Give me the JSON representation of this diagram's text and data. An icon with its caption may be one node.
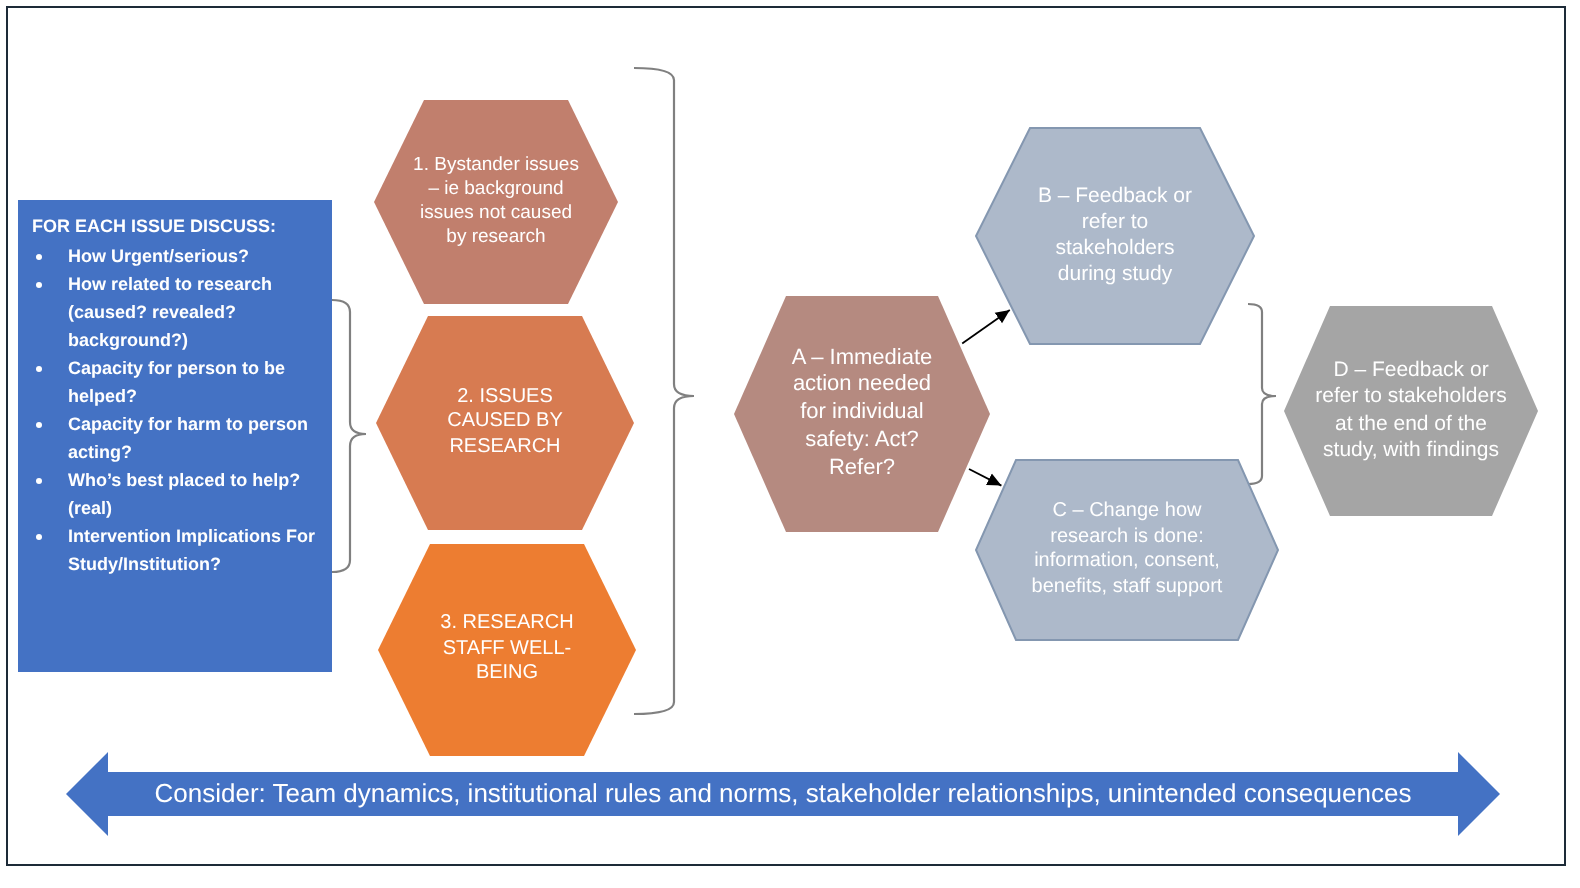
{
  "diagram": {
    "nodes": [
      {
        "text": [
          "FOR EACH ISSUE DISCUSS:",
          "How Urgent/serious?",
          "How related to research (caused? revealed? background?)",
          "Capacity for person to be helped?",
          "Capacity for harm to person acting?",
          "Who’s best placed to help? (real)",
          "Intervention Implications For Study/Institution?"
        ]
      },
      {
        "text": [
          "1. Bystander issues – ie background issues not caused by research"
        ]
      },
      {
        "text": [
          "2. ISSUES CAUSED BY RESEARCH"
        ]
      },
      {
        "text": [
          "3. RESEARCH STAFF WELL-BEING"
        ]
      },
      {
        "text": [
          "A – Immediate action needed for individual safety: Act? Refer?"
        ]
      },
      {
        "text": [
          "B – Feedback or refer to stakeholders during study"
        ]
      },
      {
        "text": [
          "C – Change how research is done: information, consent, benefits, staff support"
        ]
      },
      {
        "text": [
          "D – Feedback or refer to stakeholders at the end of the study, with findings"
        ]
      },
      {
        "text": [
          "Consider: Team dynamics, institutional rules and norms, stakeholder relationships, unintended consequences"
        ]
      }
    ],
    "edges": [
      {
        "from": 4,
        "to": 5,
        "arrow": "to"
      },
      {
        "from": 4,
        "to": 6,
        "arrow": "to"
      }
    ]
  }
}
